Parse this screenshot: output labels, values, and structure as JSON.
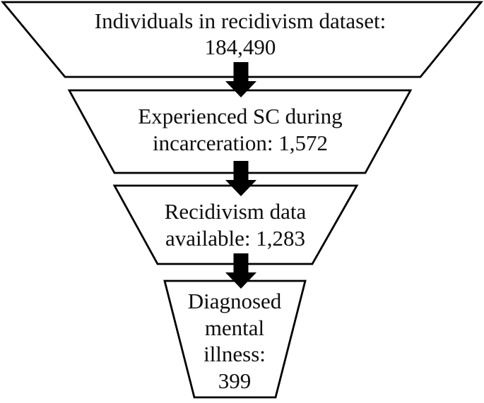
{
  "figure": {
    "type": "funnel",
    "description_colors": {
      "shape_fill": "#ffffff",
      "shape_stroke": "#000000",
      "arrow_fill": "#000000",
      "text": "#0d0d0d"
    },
    "stages": [
      {
        "label": "Individuals in recidivism dataset",
        "value": "184,490",
        "lines": [
          "Individuals in recidivism dataset:",
          "184,490"
        ]
      },
      {
        "label": "Experienced SC during incarceration",
        "value": "1,572",
        "lines": [
          "Experienced SC during",
          "incarceration: 1,572"
        ]
      },
      {
        "label": "Recidivism data available",
        "value": "1,283",
        "lines": [
          "Recidivism data",
          "available: 1,283"
        ]
      },
      {
        "label": "Diagnosed mental illness",
        "value": "399",
        "lines": [
          "Diagnosed",
          "mental",
          "illness:",
          "399"
        ]
      }
    ]
  }
}
